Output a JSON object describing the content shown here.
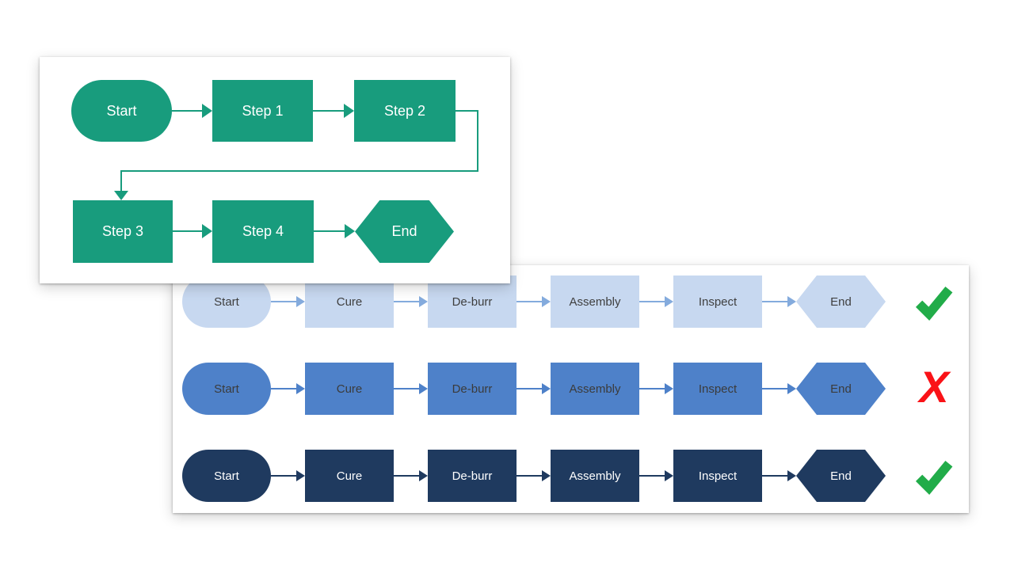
{
  "colors": {
    "green": "#189C7D",
    "light_blue_fill": "#C7D8F0",
    "light_blue_arrow": "#84ABDD",
    "mid_blue": "#4E81C9",
    "navy": "#1F3A5F",
    "check_green": "#21AC49",
    "cross_red": "#FA1217",
    "label_dark": "#3F3F3F",
    "label_light": "#FFFFFF"
  },
  "top_flowchart": {
    "nodes": {
      "start": "Start",
      "step1": "Step 1",
      "step2": "Step 2",
      "step3": "Step 3",
      "step4": "Step 4",
      "end": "End"
    }
  },
  "bottom_panel": {
    "cross_glyph": "X",
    "rows": [
      {
        "style": "light",
        "verdict": "pass",
        "nodes": [
          "Start",
          "Cure",
          "De-burr",
          "Assembly",
          "Inspect",
          "End"
        ]
      },
      {
        "style": "medium",
        "verdict": "fail",
        "nodes": [
          "Start",
          "Cure",
          "De-burr",
          "Assembly",
          "Inspect",
          "End"
        ]
      },
      {
        "style": "dark",
        "verdict": "pass",
        "nodes": [
          "Start",
          "Cure",
          "De-burr",
          "Assembly",
          "Inspect",
          "End"
        ]
      }
    ]
  }
}
